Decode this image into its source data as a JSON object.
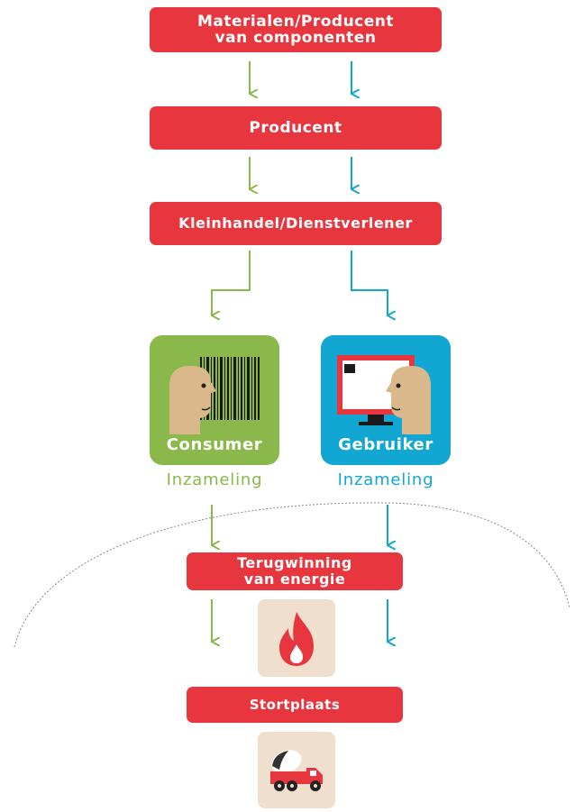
{
  "boxes": {
    "materials": [
      "Materialen/Producent",
      "van componenten"
    ],
    "producer": "Producent",
    "retail": "Kleinhandel/Dienstverlener",
    "recovery": [
      "Terugwinning",
      "van energie"
    ],
    "landfill": "Stortplaats"
  },
  "actors": {
    "consumer": "Consumer",
    "user": "Gebruiker"
  },
  "collection": {
    "left": "Inzameling",
    "right": "Inzameling"
  },
  "icons": [
    "consumer-barcode-icon",
    "user-computer-icon",
    "flame-icon",
    "cement-truck-icon"
  ],
  "colors": {
    "box_red": "#e8363f",
    "green": "#8ab84a",
    "blue": "#11a7d2",
    "icon_bg": "#f0dfcc",
    "skin": "#d9b98b"
  }
}
